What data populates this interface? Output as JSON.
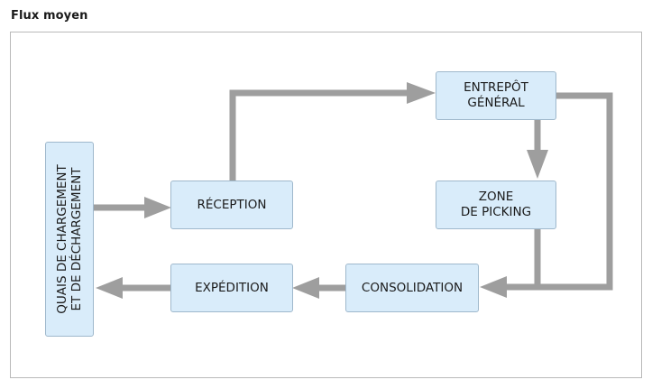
{
  "title": "Flux moyen",
  "nodes": {
    "quais": "QUAIS DE CHARGEMENT\nET DE DÉCHARGEMENT",
    "reception": "RÉCEPTION",
    "entrepot": "ENTREPÔT\nGÉNÉRAL",
    "zone": "ZONE\nDE PICKING",
    "consolidation": "CONSOLIDATION",
    "expedition": "EXPÉDITION"
  },
  "colors": {
    "node_fill": "#d9ecfa",
    "node_border": "#9fb8cc",
    "arrow": "#9e9e9e"
  }
}
